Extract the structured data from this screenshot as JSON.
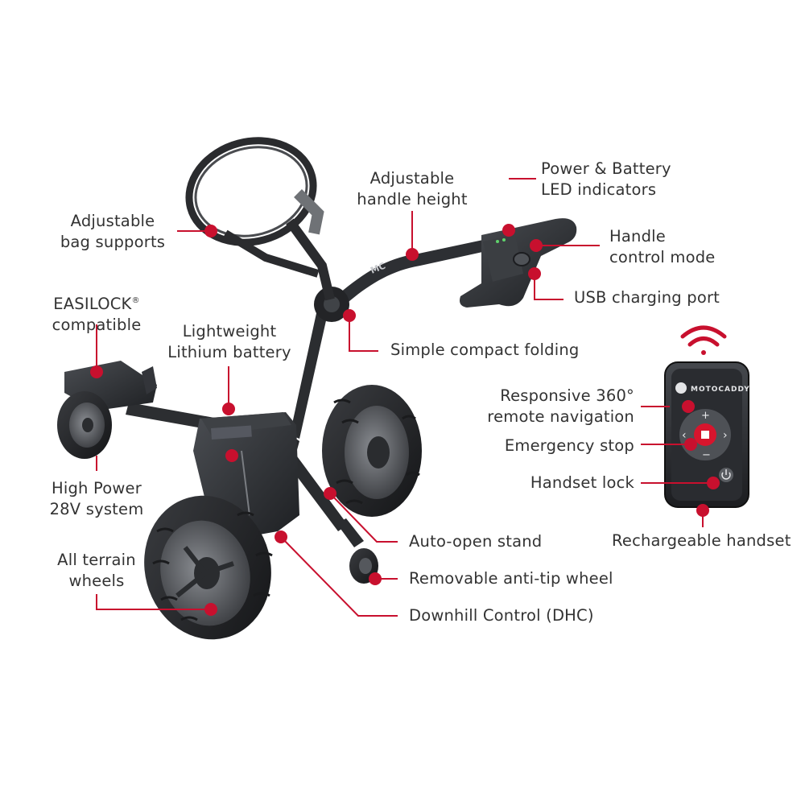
{
  "accent_color": "#c8102e",
  "product": {
    "frame_badge": "MC",
    "remote_brand": "MOTOCADDY"
  },
  "callouts": {
    "bag_supports": {
      "line1": "Adjustable",
      "line2": "bag supports"
    },
    "handle_height": {
      "line1": "Adjustable",
      "line2": "handle height"
    },
    "led_indicators": {
      "line1": "Power & Battery",
      "line2": "LED indicators"
    },
    "handle_control": {
      "line1": "Handle",
      "line2": "control mode"
    },
    "usb_port": {
      "line1": "USB charging port"
    },
    "easilock": {
      "line1": "EASILOCK",
      "mark": "®",
      "line2": "compatible"
    },
    "folding": {
      "line1": "Simple compact folding"
    },
    "battery": {
      "line1": "Lightweight",
      "line2": "Lithium battery"
    },
    "remote_nav": {
      "line1": "Responsive 360°",
      "line2": "remote navigation"
    },
    "emergency_stop": {
      "line1": "Emergency stop"
    },
    "handset_lock": {
      "line1": "Handset lock"
    },
    "power_system": {
      "line1": "High Power",
      "line2": "28V system"
    },
    "rechargeable": {
      "line1": "Rechargeable handset"
    },
    "auto_stand": {
      "line1": "Auto-open stand"
    },
    "terrain_wheels": {
      "line1": "All terrain",
      "line2": "wheels"
    },
    "anti_tip": {
      "line1": "Removable anti-tip wheel"
    },
    "dhc": {
      "line1": "Downhill Control (DHC)"
    }
  }
}
